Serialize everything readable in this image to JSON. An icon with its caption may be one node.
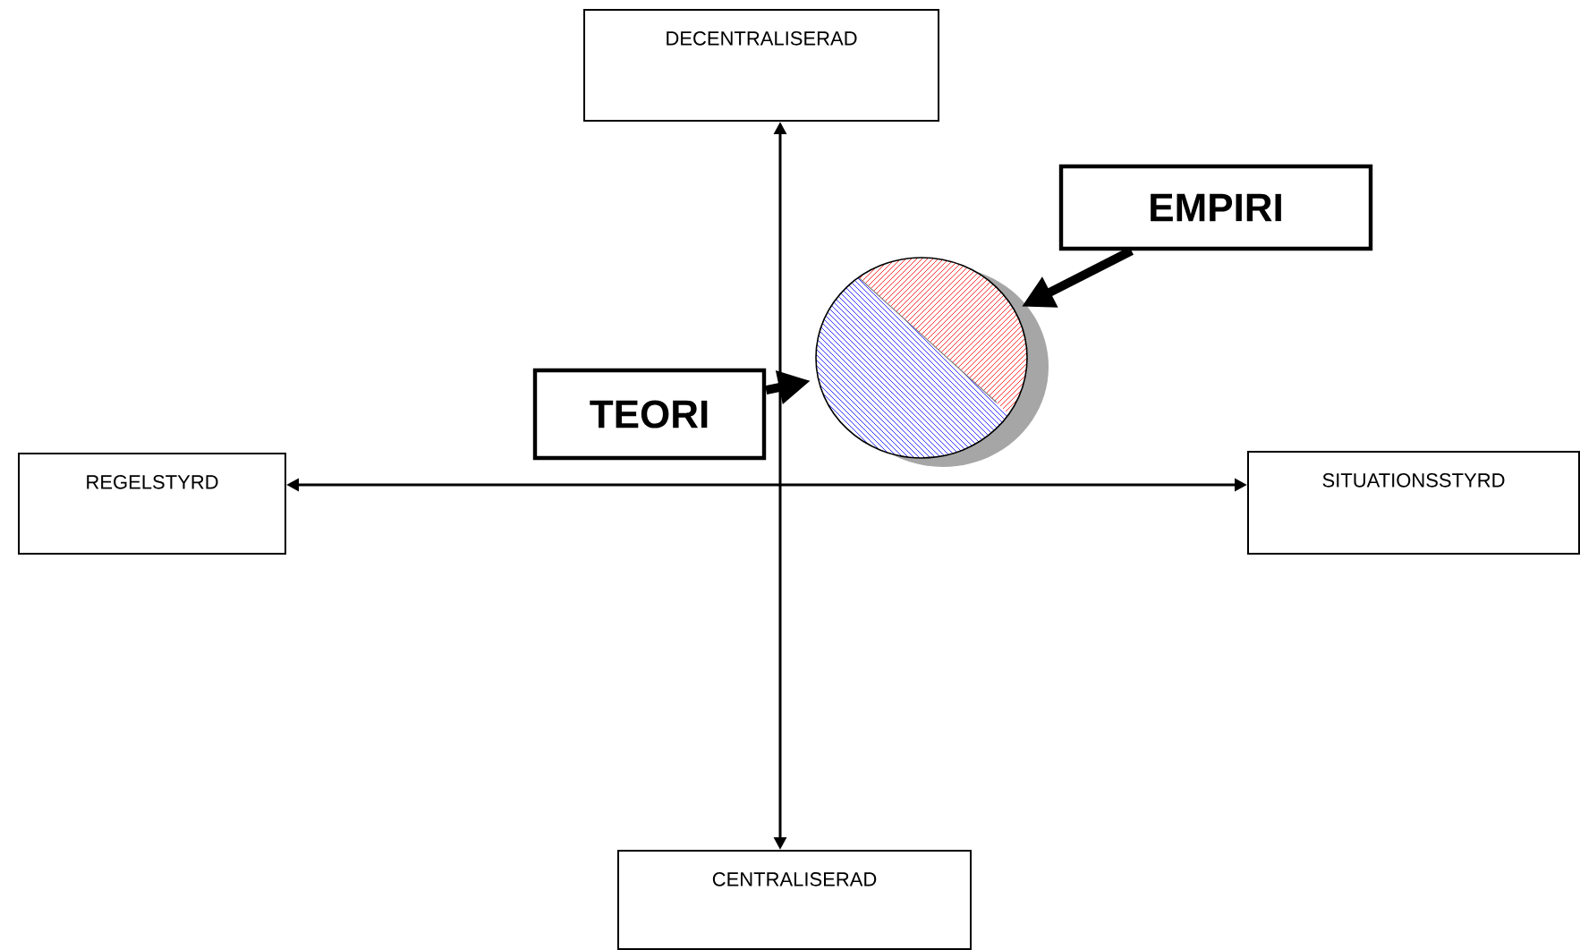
{
  "diagram": {
    "nodes": [
      {
        "text": [
          "DECENTRALISERAD"
        ]
      },
      {
        "text": [
          "EMPIRI"
        ]
      },
      {
        "text": [],
        "shape": "circle"
      },
      {
        "text": [
          "TEORI"
        ]
      },
      {
        "text": [
          "REGELSTYRD"
        ]
      },
      {
        "text": [
          "SITUATIONSSTYRD"
        ]
      },
      {
        "text": [
          "CENTRALISERAD"
        ]
      }
    ],
    "edges": [
      {
        "from": 6,
        "to": 0,
        "arrow": "both"
      },
      {
        "from": 4,
        "to": 5,
        "arrow": "both"
      },
      {
        "from": 1,
        "to": 2,
        "arrow": "to",
        "style": "thick"
      },
      {
        "from": 3,
        "to": 2,
        "arrow": "to",
        "style": "thick"
      }
    ]
  }
}
